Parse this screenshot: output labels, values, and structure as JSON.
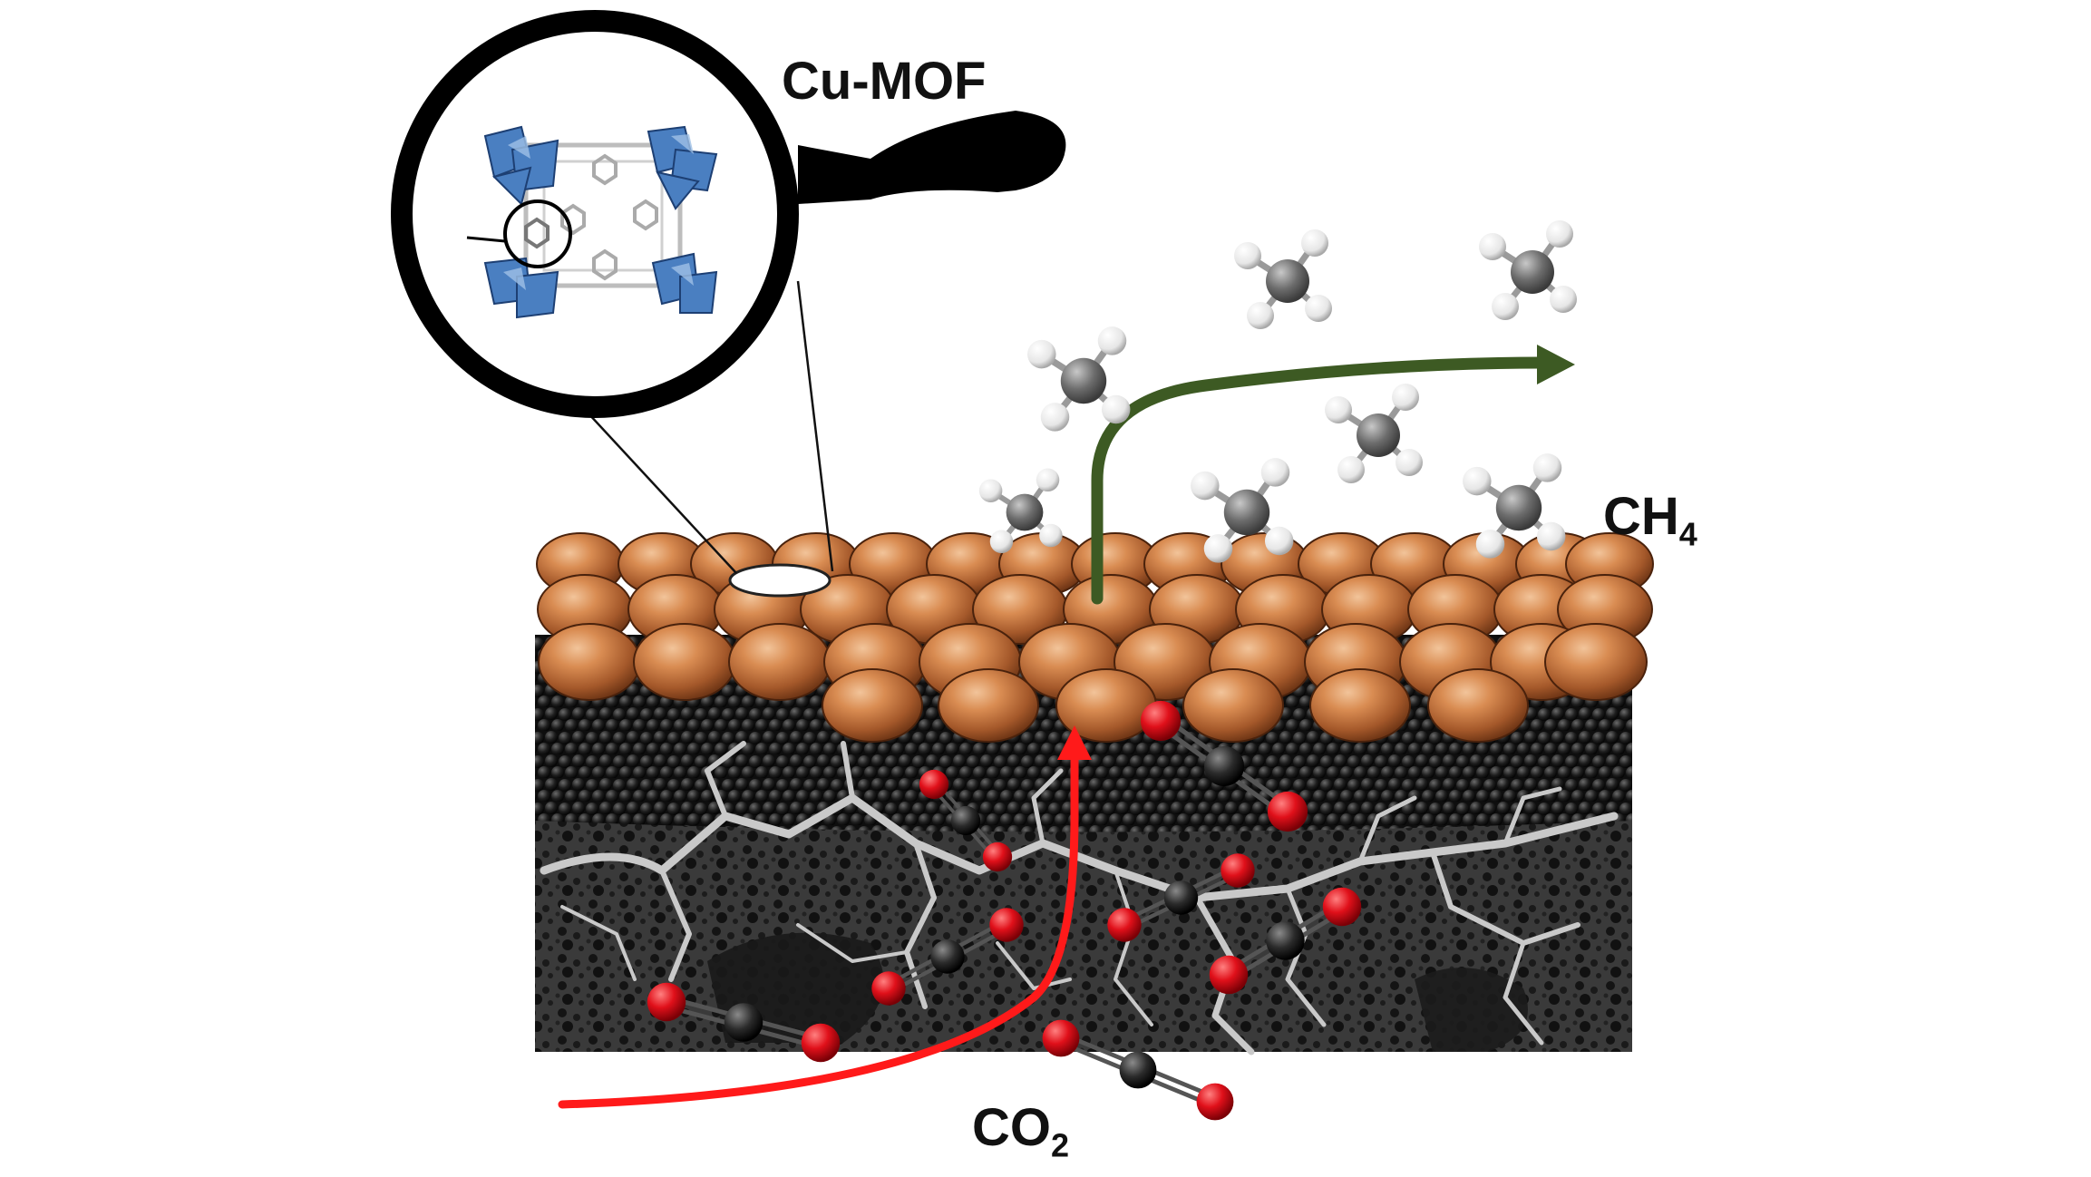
{
  "labels": {
    "mof": "Cu-MOF",
    "ch4_base": "CH",
    "ch4_sub": "4",
    "co2_base": "CO",
    "co2_sub": "2"
  },
  "colors": {
    "copper": "#c8763f",
    "substrate": "#2a2a2a",
    "co2_arrow": "#ff1a1a",
    "ch4_arrow": "#3d5a23",
    "oxygen": "#e0101a",
    "carbon": "#2b2b2b",
    "hydrogen": "#f2f2f2"
  },
  "icons": [
    "magnifier-icon",
    "co2-molecule-icon",
    "ch4-molecule-icon"
  ]
}
